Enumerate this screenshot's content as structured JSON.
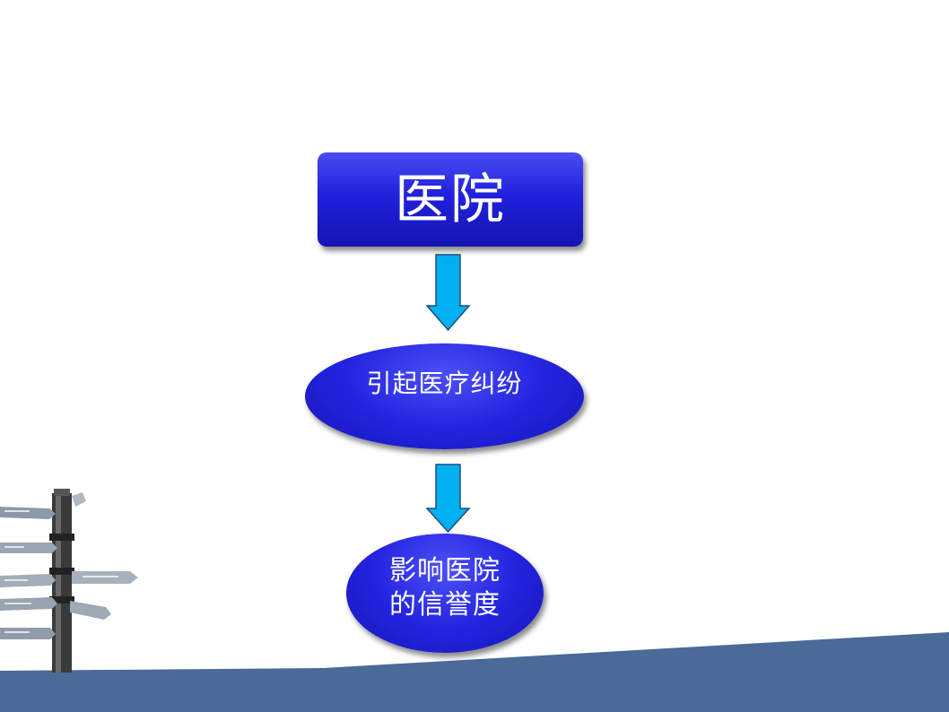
{
  "diagram": {
    "nodes": [
      {
        "id": "hospital",
        "label": "医院",
        "shape": "rectangle"
      },
      {
        "id": "dispute",
        "label": "引起医疗纠纷",
        "shape": "ellipse"
      },
      {
        "id": "reputation",
        "label_line1": "影响医院",
        "label_line2": "的信誉度",
        "shape": "ellipse"
      }
    ],
    "edges": [
      {
        "from": "hospital",
        "to": "dispute",
        "style": "down-arrow"
      },
      {
        "from": "dispute",
        "to": "reputation",
        "style": "down-arrow"
      }
    ]
  },
  "colors": {
    "node_fill": "#2121dc",
    "arrow_fill": "#00b0f0",
    "arrow_stroke": "#1f4e79",
    "band_fill": "#4a6b98",
    "text": "#ffffff"
  },
  "decoration": {
    "signpost_icon": "signpost-icon"
  }
}
